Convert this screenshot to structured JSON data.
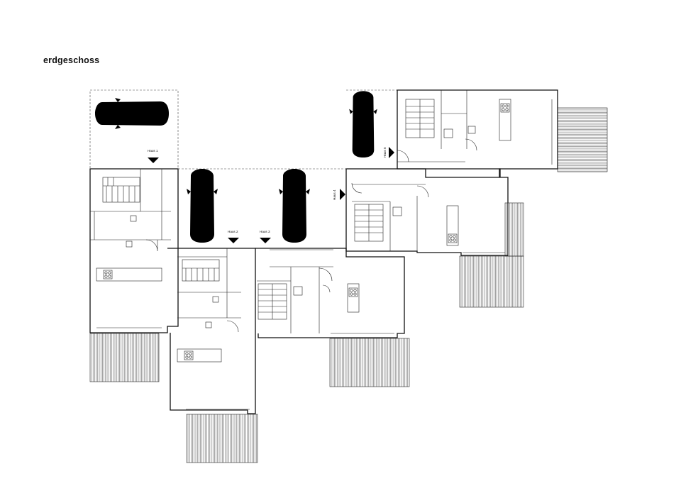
{
  "title": "erdgeschoss",
  "entrances": [
    {
      "id": "haus-1",
      "label": "Haus 1"
    },
    {
      "id": "haus-2",
      "label": "Haus 2"
    },
    {
      "id": "haus-3",
      "label": "Haus 3"
    },
    {
      "id": "haus-4",
      "label": "Haus 4"
    },
    {
      "id": "haus-5",
      "label": "Haus 5"
    }
  ],
  "icons": [
    "car-icon",
    "entrance-arrow-icon",
    "stair-icon",
    "cooktop-icon",
    "door-swing-icon",
    "terrace-hatch"
  ],
  "colors": {
    "line": "#111111",
    "background": "#ffffff"
  }
}
